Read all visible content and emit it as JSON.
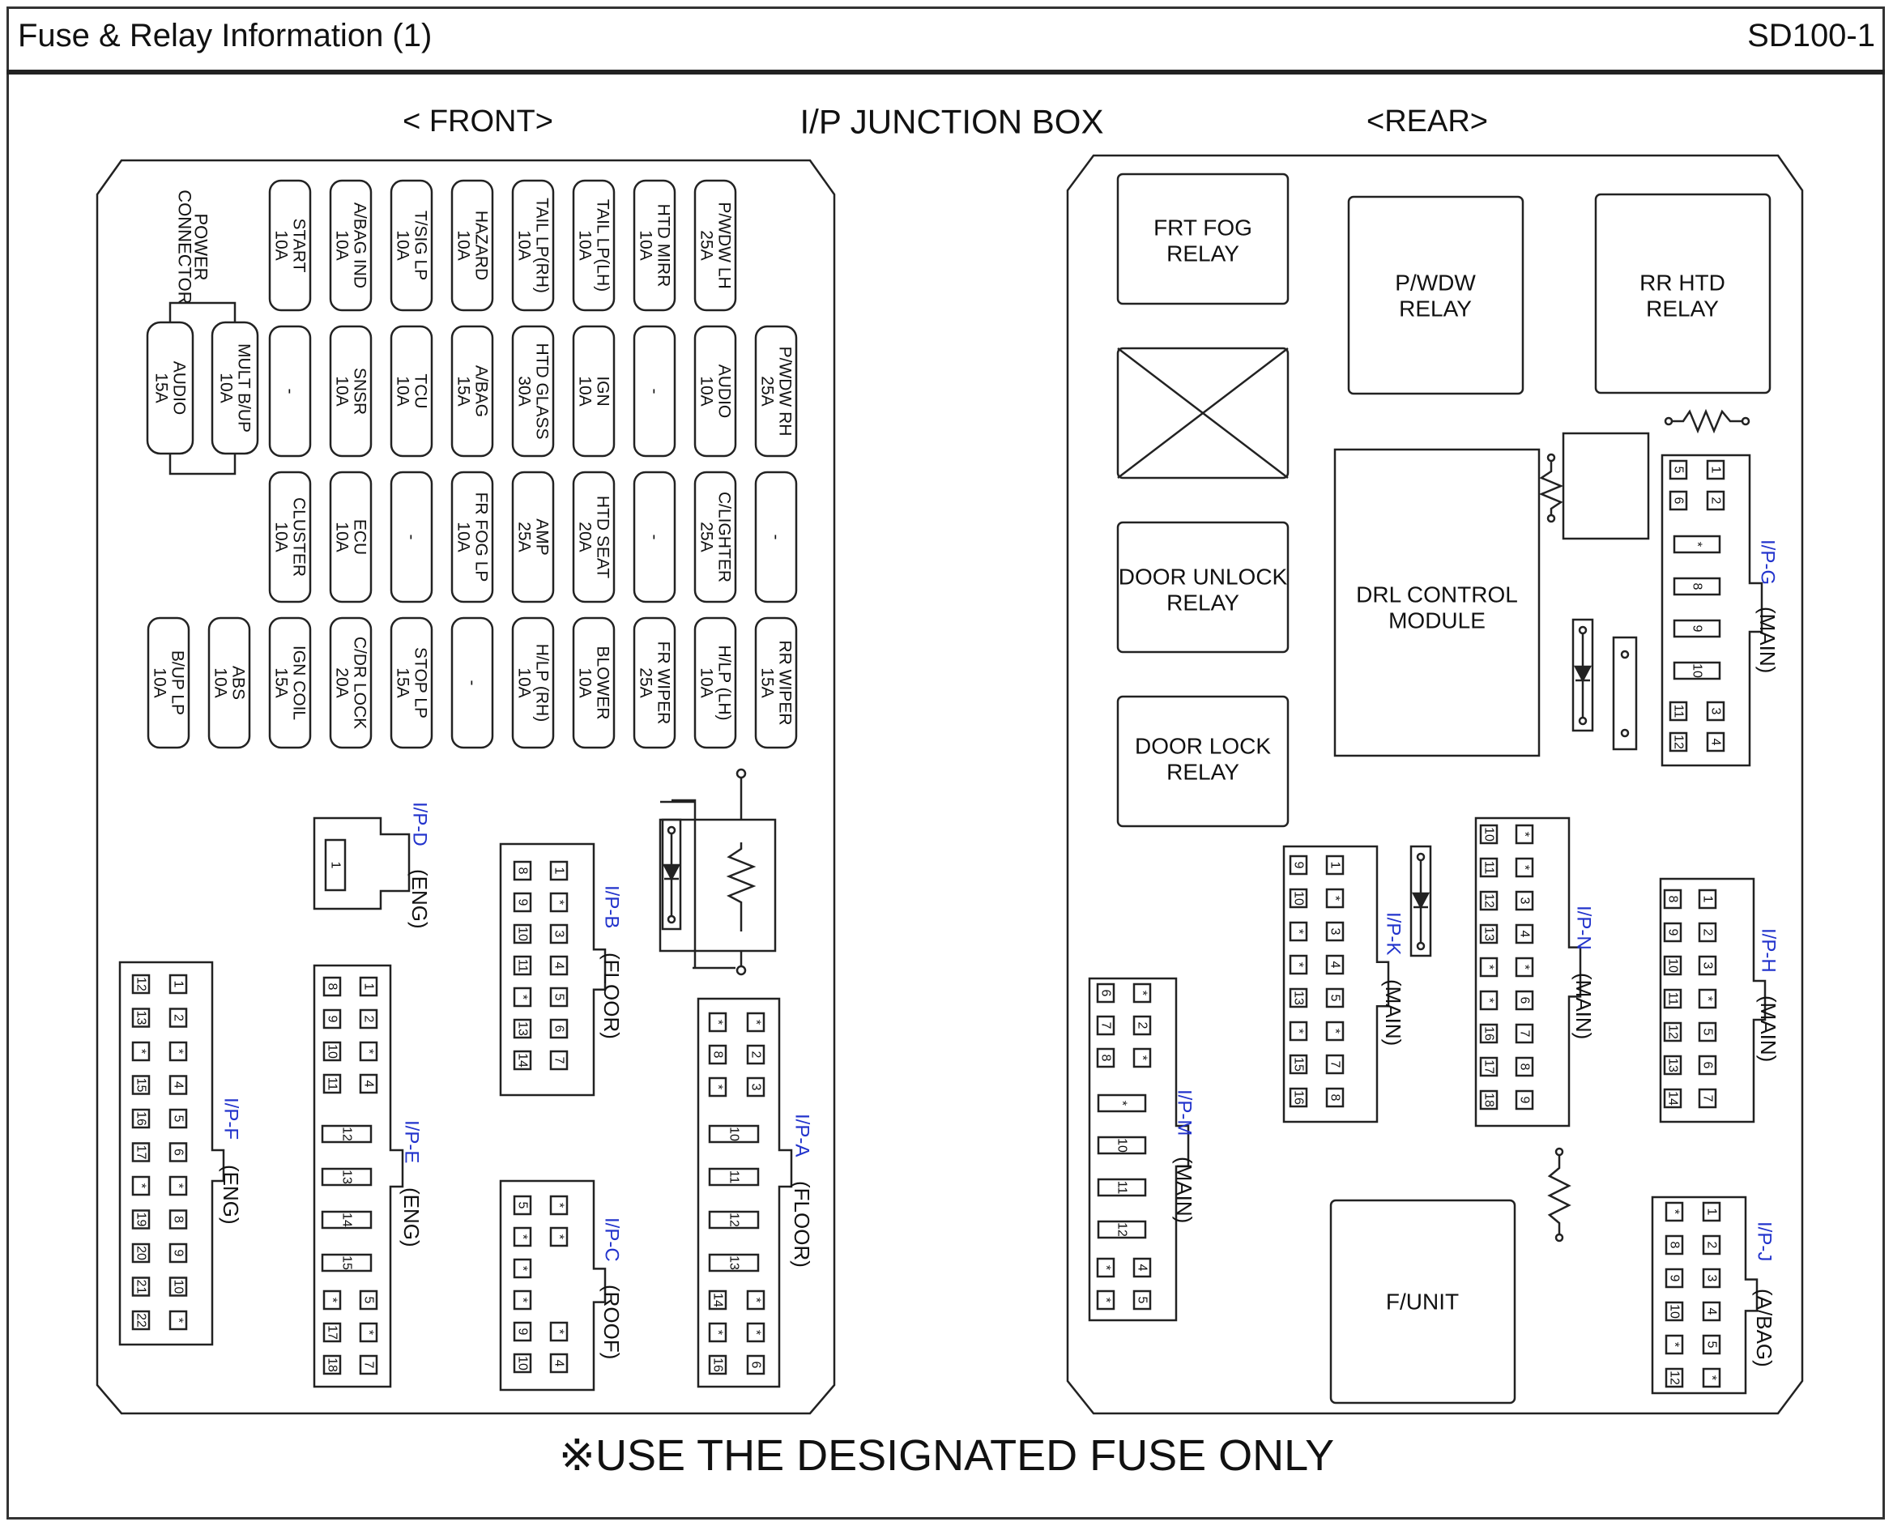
{
  "header": {
    "title": "Fuse & Relay Information (1)",
    "code": "SD100-1"
  },
  "main_title": "I/P JUNCTION BOX",
  "front_label": "< FRONT>",
  "rear_label": "<REAR>",
  "footer_note": "※USE THE DESIGNATED FUSE ONLY",
  "front": {
    "power_connector": "POWER CONNECTOR",
    "power_fuses": [
      "AUDIO 15A",
      "MULT B/UP 10A"
    ],
    "fuse_rows": [
      [
        "START 10A",
        "A/BAG IND 10A",
        "T/SIG LP 10A",
        "HAZARD 10A",
        "TAIL LP(RH) 10A",
        "TAIL LP(LH) 10A",
        "HTD MIRR 10A",
        "P/WDW LH 25A"
      ],
      [
        "-",
        "SNSR 10A",
        "TCU 10A",
        "A/BAG 15A",
        "HTD GLASS 30A",
        "IGN 10A",
        "-",
        "AUDIO 10A",
        "P/WDW RH 25A"
      ],
      [
        "CLUSTER 10A",
        "ECU 10A",
        "-",
        "FR FOG LP 10A",
        "AMP 25A",
        "HTD SEAT 20A",
        "-",
        "C/LIGHTER 25A",
        "-"
      ],
      [
        "B/UP LP 10A",
        "ABS 10A",
        "IGN COIL 15A",
        "C/DR LOCK 20A",
        "STOP LP 15A",
        "-",
        "H/LP (RH) 10A",
        "BLOWER 10A",
        "FR WIPER 25A",
        "H/LP (LH) 10A",
        "RR WIPER 15A"
      ]
    ],
    "connectors": {
      "ipd": {
        "name": "I/P-D",
        "type": "(ENG)",
        "pins": [
          "1"
        ]
      },
      "ipb": {
        "name": "I/P-B",
        "type": "(FLOOR)",
        "left": [
          "8",
          "9",
          "10",
          "11",
          "*",
          "13",
          "14"
        ],
        "right": [
          "1",
          "*",
          "3",
          "4",
          "5",
          "6",
          "7"
        ]
      },
      "ipc": {
        "name": "I/P-C",
        "type": "(ROOF)",
        "left": [
          "5",
          "*",
          "*",
          "*",
          "9",
          "10"
        ],
        "right": [
          "*",
          "*",
          "",
          "",
          "*",
          "4"
        ]
      },
      "ipf": {
        "name": "I/P-F",
        "type": "(ENG)",
        "left": [
          "12",
          "13",
          "*",
          "15",
          "16",
          "17",
          "*",
          "19",
          "20",
          "21",
          "22"
        ],
        "right": [
          "1",
          "2",
          "*",
          "4",
          "5",
          "6",
          "*",
          "8",
          "9",
          "10",
          "*"
        ]
      },
      "ipe": {
        "name": "I/P-E",
        "type": "(ENG)",
        "left_top": [
          "8",
          "9",
          "10",
          "11"
        ],
        "right_top": [
          "1",
          "2",
          "*",
          "4"
        ],
        "wide": [
          "12",
          "13",
          "14",
          "15"
        ],
        "left_bot": [
          "*",
          "17",
          "18"
        ],
        "right_bot": [
          "5",
          "*",
          "7"
        ]
      },
      "ipa": {
        "name": "I/P-A",
        "type": "(FLOOR)",
        "left_top": [
          "*",
          "8",
          "*"
        ],
        "right_top": [
          "*",
          "2",
          "3"
        ],
        "wide": [
          "10",
          "11",
          "12",
          "13"
        ],
        "left_bot": [
          "14",
          "*",
          "16"
        ],
        "right_bot": [
          "*",
          "*",
          "6"
        ]
      }
    }
  },
  "rear": {
    "relays": {
      "frt_fog": "FRT FOG RELAY",
      "door_unlock": "DOOR UNLOCK RELAY",
      "door_lock": "DOOR LOCK RELAY",
      "pwdw": "P/WDW RELAY",
      "rr_htd": "RR HTD RELAY",
      "drl": "DRL CONTROL MODULE",
      "funit": "F/UNIT"
    },
    "connectors": {
      "ipg": {
        "name": "I/P-G",
        "type": "(MAIN)",
        "left_top": [
          "5",
          "6"
        ],
        "right_top": [
          "1",
          "2"
        ],
        "wide": [
          "*",
          "8",
          "9",
          "10"
        ],
        "left_bot": [
          "11",
          "12"
        ],
        "right_bot": [
          "3",
          "4"
        ]
      },
      "ipk": {
        "name": "I/P-K",
        "type": "(MAIN)",
        "left": [
          "9",
          "10",
          "*",
          "*",
          "13",
          "*",
          "15",
          "16"
        ],
        "right": [
          "1",
          "*",
          "3",
          "4",
          "5",
          "*",
          "7",
          "8"
        ]
      },
      "ipn": {
        "name": "I/P-N",
        "type": "(MAIN)",
        "left": [
          "10",
          "11",
          "12",
          "13",
          "*",
          "*",
          "16",
          "17",
          "18"
        ],
        "right": [
          "*",
          "*",
          "3",
          "4",
          "*",
          "6",
          "7",
          "8",
          "9"
        ]
      },
      "iph": {
        "name": "I/P-H",
        "type": "(MAIN)",
        "left": [
          "8",
          "9",
          "10",
          "11",
          "12",
          "13",
          "14"
        ],
        "right": [
          "1",
          "2",
          "3",
          "*",
          "5",
          "6",
          "7"
        ]
      },
      "ipm": {
        "name": "I/P-M",
        "type": "(MAIN)",
        "left_top": [
          "6",
          "7",
          "8"
        ],
        "right_top": [
          "*",
          "2",
          "*"
        ],
        "wide": [
          "*",
          "10",
          "11",
          "12"
        ],
        "left_bot": [
          "*",
          "*"
        ],
        "right_bot": [
          "4",
          "5"
        ]
      },
      "ipj": {
        "name": "I/P-J",
        "type": "(A/BAG)",
        "left": [
          "*",
          "8",
          "9",
          "10",
          "*",
          "12"
        ],
        "right": [
          "1",
          "2",
          "3",
          "4",
          "5",
          "*"
        ]
      }
    }
  },
  "colors": {
    "line": "#222222",
    "label_blue": "#2233cc"
  }
}
